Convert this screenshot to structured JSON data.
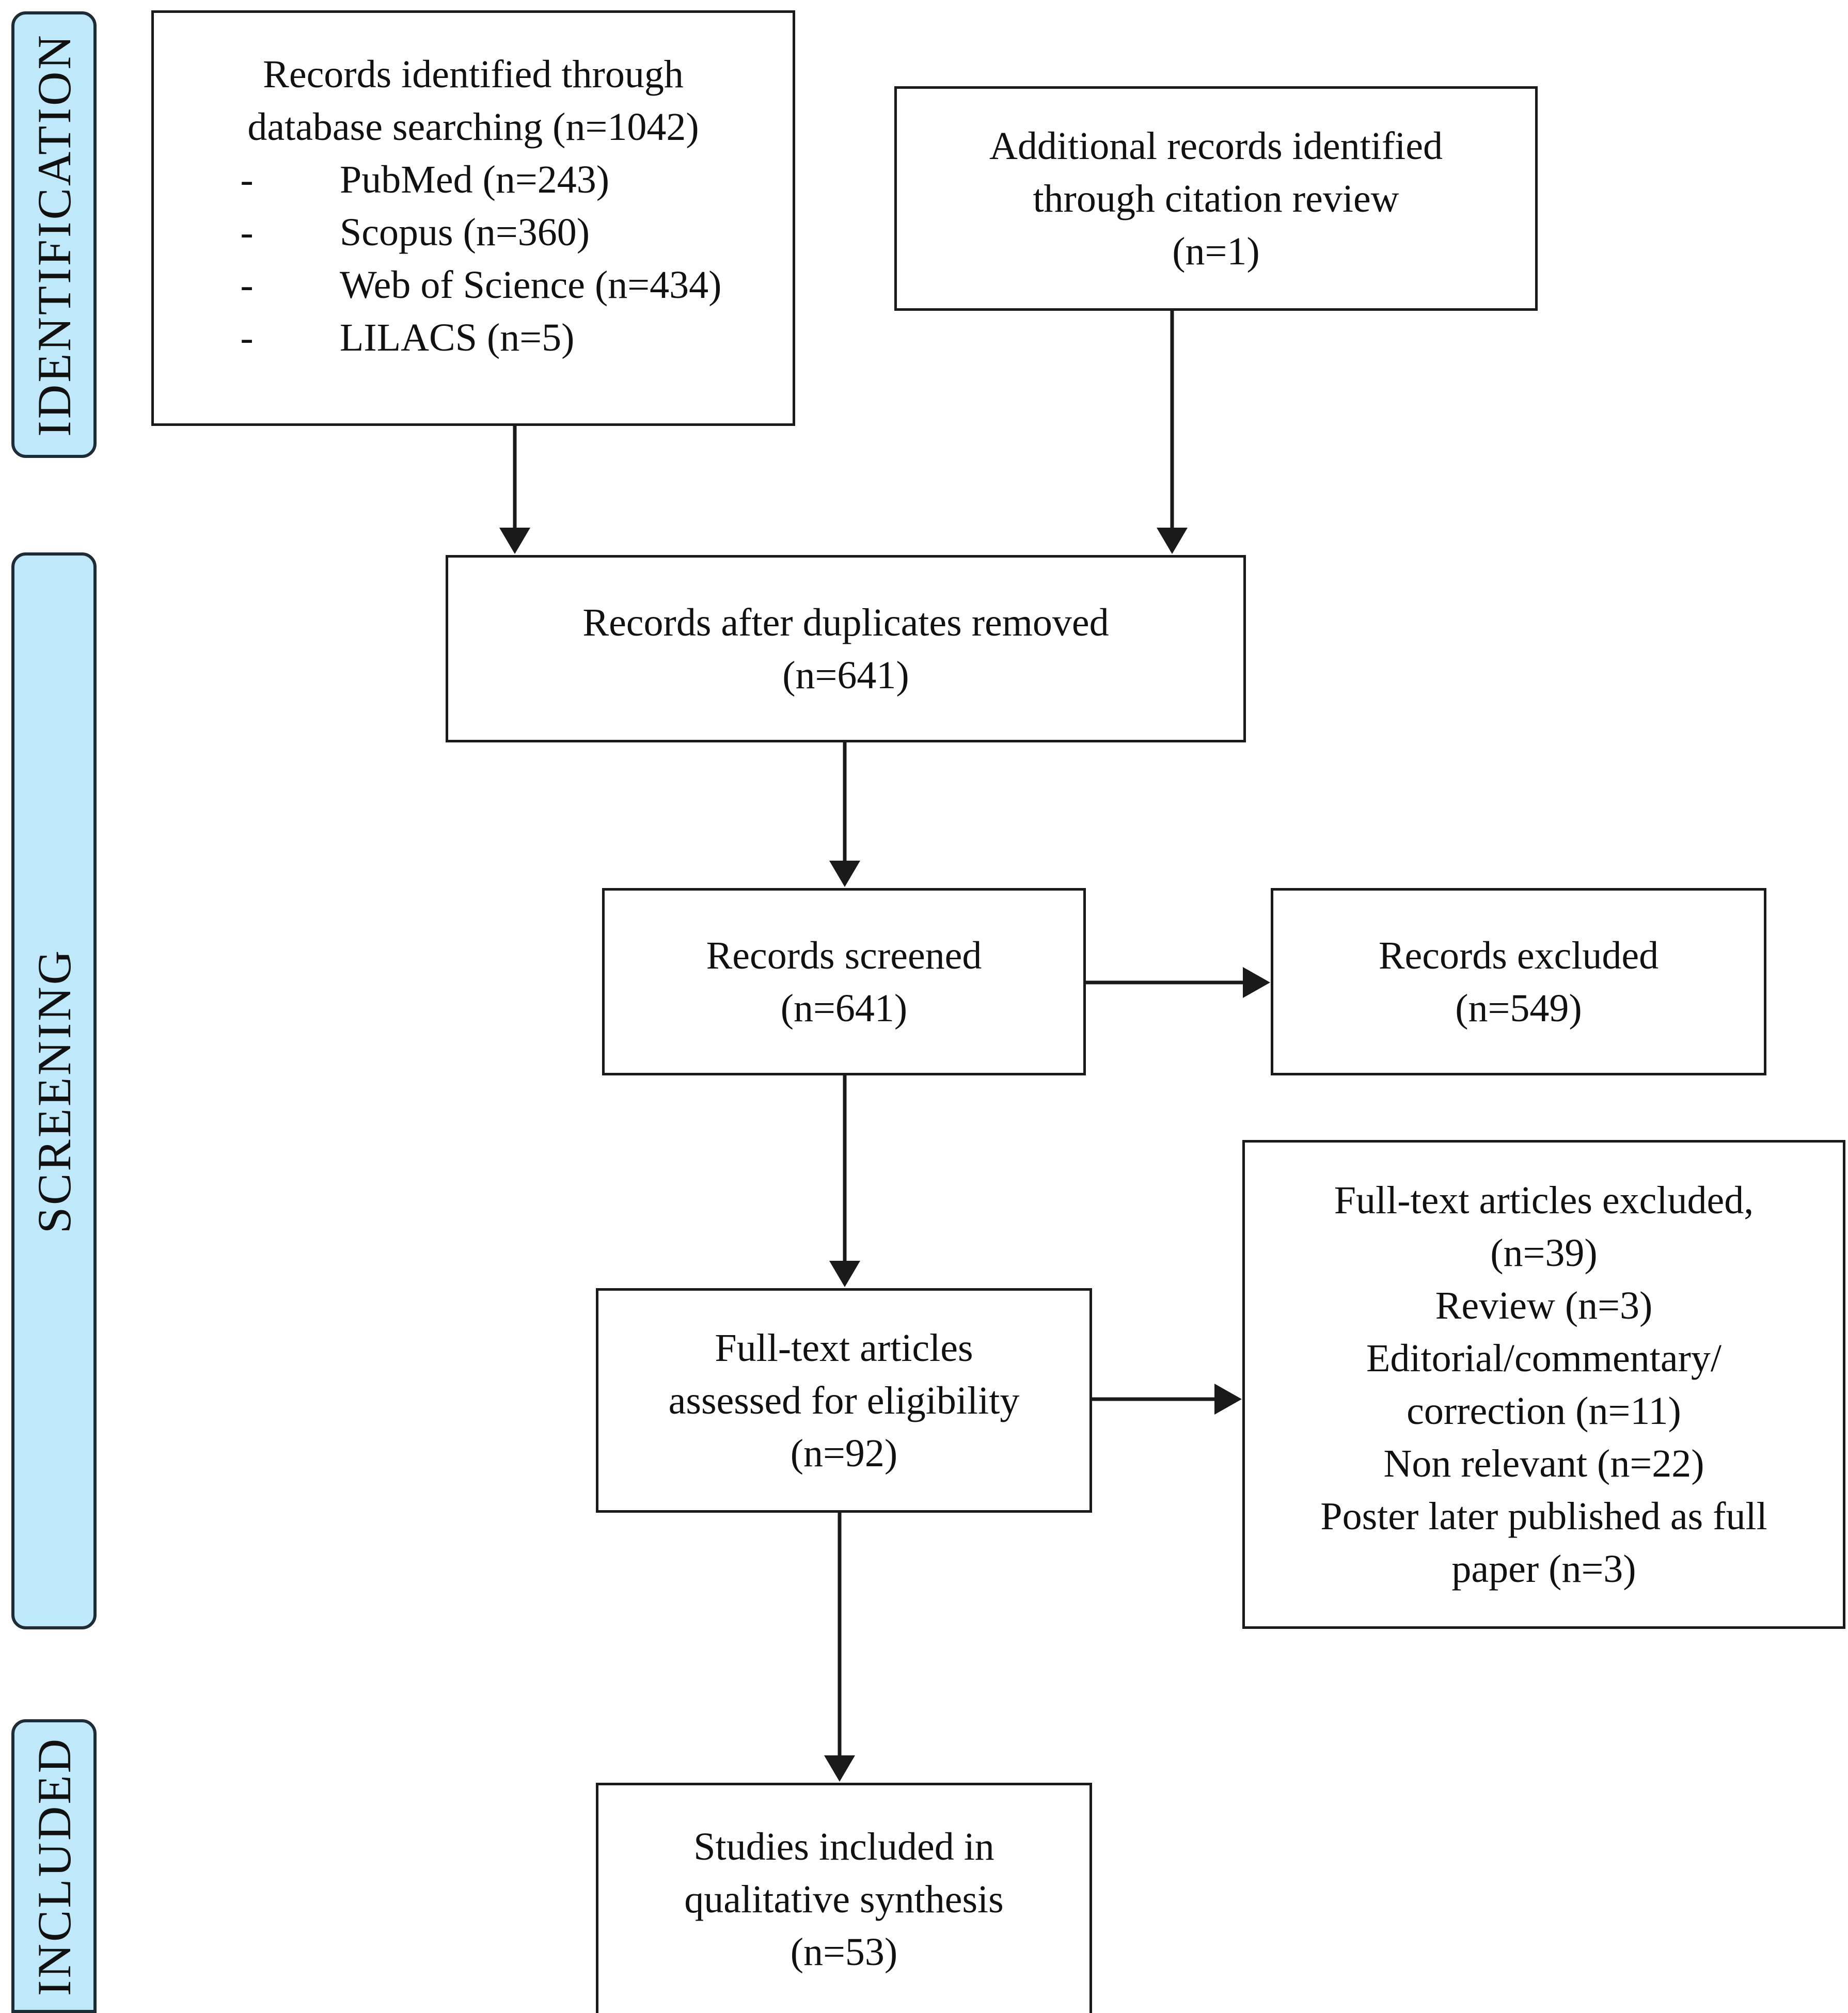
{
  "phases": {
    "identification": "IDENTIFICATION",
    "screening": "SCREENING",
    "included": "INCLUDED"
  },
  "boxes": {
    "database": {
      "title_lines": [
        "Records identified through",
        "database searching (n=1042)"
      ],
      "sources": [
        {
          "bullet": "-",
          "text": "PubMed (n=243)"
        },
        {
          "bullet": "-",
          "text": "Scopus (n=360)"
        },
        {
          "bullet": "-",
          "text": "Web of Science (n=434)"
        },
        {
          "bullet": "-",
          "text": "LILACS (n=5)"
        }
      ]
    },
    "additional": {
      "lines": [
        "Additional records identified",
        "through citation review",
        "(n=1)"
      ]
    },
    "duplicates_removed": {
      "lines": [
        "Records after duplicates removed",
        "(n=641)"
      ]
    },
    "screened": {
      "lines": [
        "Records screened",
        "(n=641)"
      ]
    },
    "excluded": {
      "lines": [
        "Records excluded",
        "(n=549)"
      ]
    },
    "fulltext_assessed": {
      "lines": [
        "Full-text articles",
        "assessed for eligibility",
        "(n=92)"
      ]
    },
    "fulltext_excluded": {
      "lines": [
        "Full-text articles excluded,",
        "(n=39)",
        "Review (n=3)",
        "Editorial/commentary/",
        "correction (n=11)",
        "Non relevant (n=22)",
        "Poster later published as full",
        "paper (n=3)"
      ]
    },
    "included_studies": {
      "lines": [
        "Studies included in",
        "qualitative synthesis",
        "(n=53)"
      ]
    }
  },
  "colors": {
    "phase_fill": "#bfe9fb",
    "border": "#1a1a1a"
  }
}
